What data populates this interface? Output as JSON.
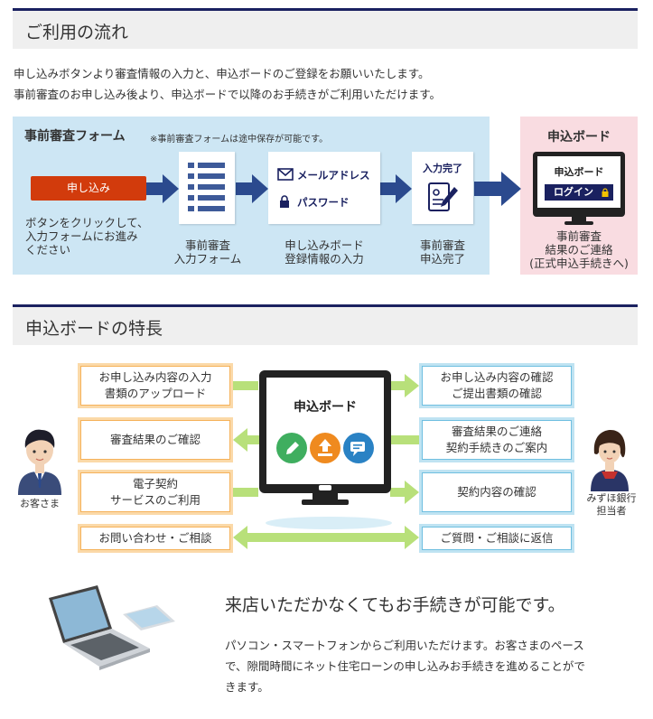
{
  "section1": {
    "title": "ご利用の流れ",
    "intro_line1": "申し込みボタンより審査情報の入力と、申込ボードのご登録をお願いいたします。",
    "intro_line2": "事前審査のお申し込み後より、申込ボードで以降のお手続きがご利用いただけます。"
  },
  "flow": {
    "title": "事前審査フォーム",
    "note": "※事前審査フォームは途中保存が可能です。",
    "apply_button": "申し込み",
    "step1_line1": "ボタンをクリックして、",
    "step1_line2": "入力フォームにお進み",
    "step1_line3": "ください",
    "step2_line1": "事前審査",
    "step2_line2": "入力フォーム",
    "mail_label": "メールアドレス",
    "password_label": "パスワード",
    "step3_line1": "申し込みボード",
    "step3_line2": "登録情報の入力",
    "done_label": "入力完了",
    "step4_line1": "事前審査",
    "step4_line2": "申込完了"
  },
  "board": {
    "title": "申込ボード",
    "screen_title": "申込ボード",
    "login_label": "ログイン",
    "text_line1": "事前審査",
    "text_line2": "結果のご連絡",
    "text_line3": "(正式申込手続きへ)"
  },
  "section2": {
    "title": "申込ボードの特長"
  },
  "features": {
    "left1_line1": "お申し込み内容の入力",
    "left1_line2": "書類のアップロード",
    "left2": "審査結果のご確認",
    "left3_line1": "電子契約",
    "left3_line2": "サービスのご利用",
    "left4": "お問い合わせ・ご相談",
    "center_title": "申込ボード",
    "right1_line1": "お申し込み内容の確認",
    "right1_line2": "ご提出書類の確認",
    "right2_line1": "審査結果のご連絡",
    "right2_line2": "契約手続きのご案内",
    "right3": "契約内容の確認",
    "right4": "ご質問・ご相談に返信",
    "customer_label": "お客さま",
    "staff_line1": "みずほ銀行",
    "staff_line2": "担当者"
  },
  "bottom": {
    "title": "来店いただかなくてもお手続きが可能です。",
    "text_line1": "パソコン・スマートフォンからご利用いただけます。お客さまのペース",
    "text_line2": "で、隙間時間にネット住宅ローンの申し込みお手続きを進めることがで",
    "text_line3": "きます。"
  },
  "colors": {
    "heading_border": "#1a2160",
    "flow_bg": "#cde6f4",
    "board_bg": "#f9dce1",
    "apply_red": "#d23b0c",
    "arrow_navy": "#2b4a8e",
    "orange_border": "#f5b25a",
    "blue_border": "#6fbfe0",
    "green_arrow": "#b8e07a"
  }
}
